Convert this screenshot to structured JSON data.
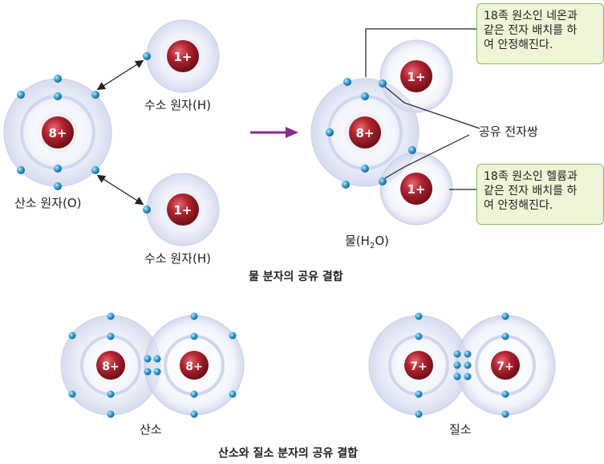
{
  "top": {
    "oxygen_label": "산소 원자(O)",
    "hydrogen_top_label": "수소 원자(H)",
    "hydrogen_bottom_label": "수소 원자(H)",
    "water_label_prefix": "물(H",
    "water_label_sub": "2",
    "water_label_suffix": "O)",
    "shared_pair_label": "공유 전자쌍",
    "note_neon": "18족 원소인 네온과\n같은 전자 배치를 하\n여 안정해진다.",
    "note_helium": "18족 원소인 헬륨과\n같은 전자 배치를 하\n여 안정해진다.",
    "caption": "물 분자의 공유 결합"
  },
  "bottom": {
    "oxygen_label": "산소",
    "nitrogen_label": "질소",
    "caption": "산소와 질소 분자의 공유 결합"
  },
  "nuclei": {
    "oxygen": "8+",
    "hydrogen": "1+",
    "nitrogen": "7+"
  },
  "colors": {
    "nucleus": "#b3232f",
    "electron": "#2f9fd8",
    "shell_glow": "#dde3f2",
    "arrow": "#8b2a8c",
    "note_bg": "#eef5d6",
    "note_border": "#8fb85a"
  }
}
